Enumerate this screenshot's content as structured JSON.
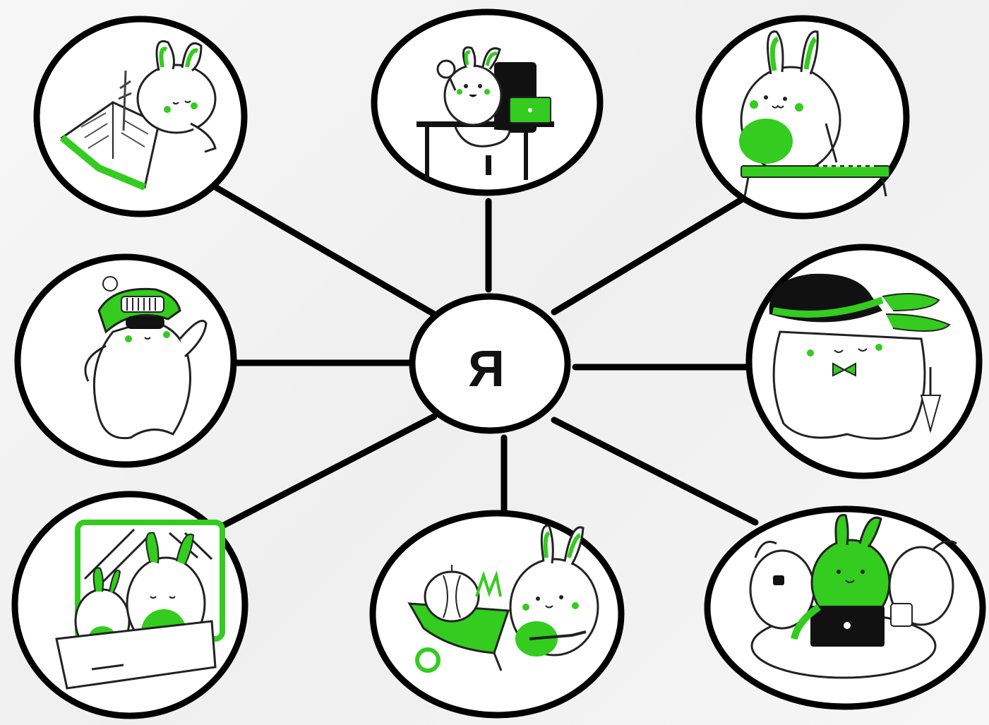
{
  "center": {
    "label": "Я"
  },
  "colors": {
    "accent_green": "#33cc1f",
    "outline": "#000000",
    "fill": "#ffffff"
  },
  "nodes": [
    {
      "id": "reading",
      "icon": "bunny-reading-book-icon"
    },
    {
      "id": "computer",
      "icon": "bunny-at-desk-laptop-icon"
    },
    {
      "id": "exercise",
      "icon": "bunny-on-bench-icon"
    },
    {
      "id": "winter",
      "icon": "bunny-winter-hat-icon"
    },
    {
      "id": "gentleman",
      "icon": "bunny-bowler-hat-icon"
    },
    {
      "id": "travel",
      "icon": "bunnies-in-suitcase-icon"
    },
    {
      "id": "gardening",
      "icon": "bunny-wheelbarrow-icon"
    },
    {
      "id": "friends",
      "icon": "bunnies-with-laptop-icon"
    }
  ]
}
